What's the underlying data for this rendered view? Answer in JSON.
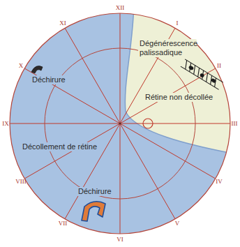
{
  "diagram": {
    "labels": [
      "XII",
      "I",
      "II",
      "III",
      "IV",
      "V",
      "VI",
      "VII",
      "VIII",
      "IX",
      "X",
      "XI",
      "Dégénérescence palissadique",
      "Rétine non décollée",
      "Décollement de rétine",
      "Déchirure",
      "Déchirure"
    ]
  }
}
